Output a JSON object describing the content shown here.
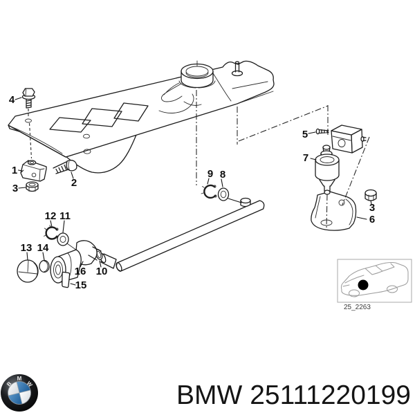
{
  "diagram": {
    "callouts": {
      "n1": "1",
      "n2": "2",
      "n3a": "3",
      "n3b": "3",
      "n4": "4",
      "n5": "5",
      "n6": "6",
      "n7": "7",
      "n8": "8",
      "n9": "9",
      "n10": "10",
      "n11": "11",
      "n12": "12",
      "n13": "13",
      "n14": "14",
      "n15": "15",
      "n16": "16"
    }
  },
  "inset": {
    "code": "25_2263"
  },
  "logo": {
    "letters": [
      "B",
      "M",
      "W"
    ],
    "blue": "#2e6fae",
    "ring": "#0d0d0d"
  },
  "footer": {
    "part_text": "BMW 25111220199"
  },
  "colors": {
    "line": "#1c1c1c",
    "muted": "#9a9a9a"
  }
}
